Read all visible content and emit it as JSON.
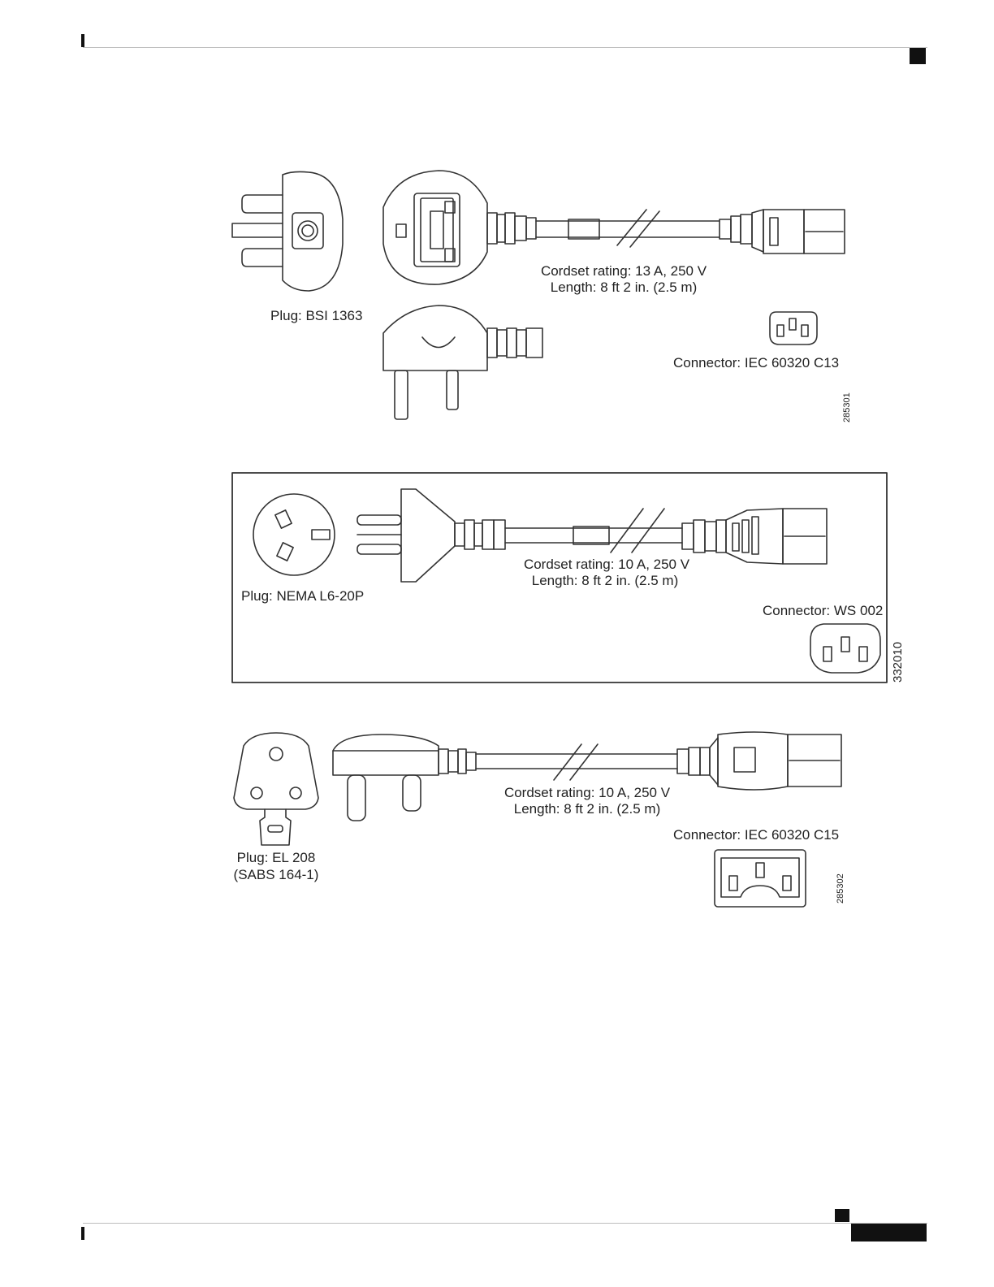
{
  "figures": [
    {
      "plug_label": "Plug: BSI 1363",
      "rating": "Cordset rating: 13 A, 250 V",
      "length": "Length: 8 ft 2 in. (2.5 m)",
      "connector": "Connector: IEC 60320 C13",
      "figure_id": "285301"
    },
    {
      "plug_label": "Plug: NEMA L6-20P",
      "rating": "Cordset rating: 10 A, 250 V",
      "length": "Length: 8 ft 2 in. (2.5 m)",
      "connector": "Connector: WS 002",
      "figure_id": "332010"
    },
    {
      "plug_label_line1": "Plug: EL 208",
      "plug_label_line2": "(SABS 164-1)",
      "rating": "Cordset rating: 10 A, 250 V",
      "length": "Length: 8 ft 2 in. (2.5 m)",
      "connector": "Connector: IEC 60320 C15",
      "figure_id": "285302"
    }
  ],
  "icons": {
    "stroke_color": "#333333"
  }
}
